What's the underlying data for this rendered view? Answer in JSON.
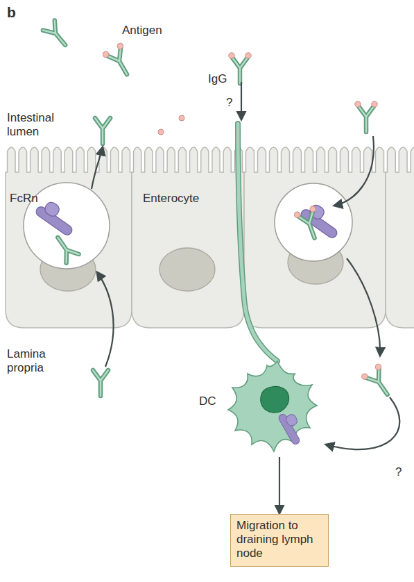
{
  "diagram": {
    "nodes": [
      {
        "text": [
          "Enterocyte"
        ]
      },
      {
        "text": [
          "DC"
        ]
      },
      {
        "text": [
          "Migration to draining lymph node"
        ]
      }
    ],
    "edges": [
      {
        "from": 1,
        "to": 2,
        "arrow": "to"
      }
    ],
    "labels": [
      "b",
      "Antigen",
      "IgG",
      "?",
      "Intestinal lumen",
      "FcRn",
      "Lamina propria",
      "?"
    ]
  }
}
